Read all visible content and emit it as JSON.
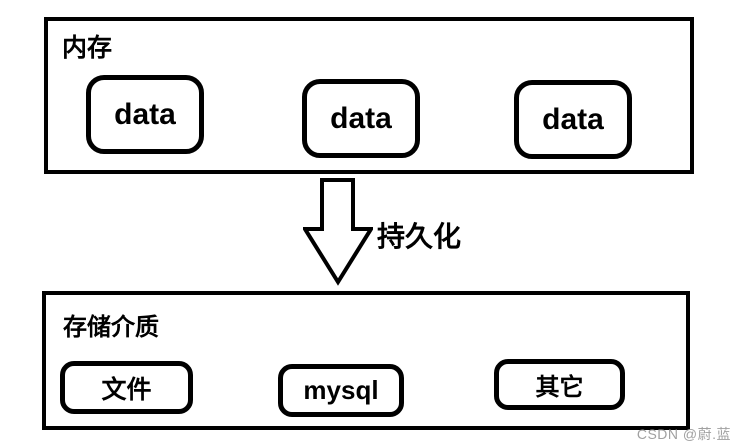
{
  "colors": {
    "line": "#000000",
    "background": "#ffffff",
    "watermark": "#a0a0a0"
  },
  "diagram": {
    "memory": {
      "label": "内存",
      "nodes": [
        {
          "label": "data"
        },
        {
          "label": "data"
        },
        {
          "label": "data"
        }
      ]
    },
    "arrow": {
      "icon": "down-block-arrow",
      "label": "持久化"
    },
    "storage": {
      "label": "存储介质",
      "nodes": [
        {
          "label": "文件"
        },
        {
          "label": "mysql"
        },
        {
          "label": "其它"
        }
      ]
    },
    "watermark": "CSDN @蔚.蓝"
  }
}
